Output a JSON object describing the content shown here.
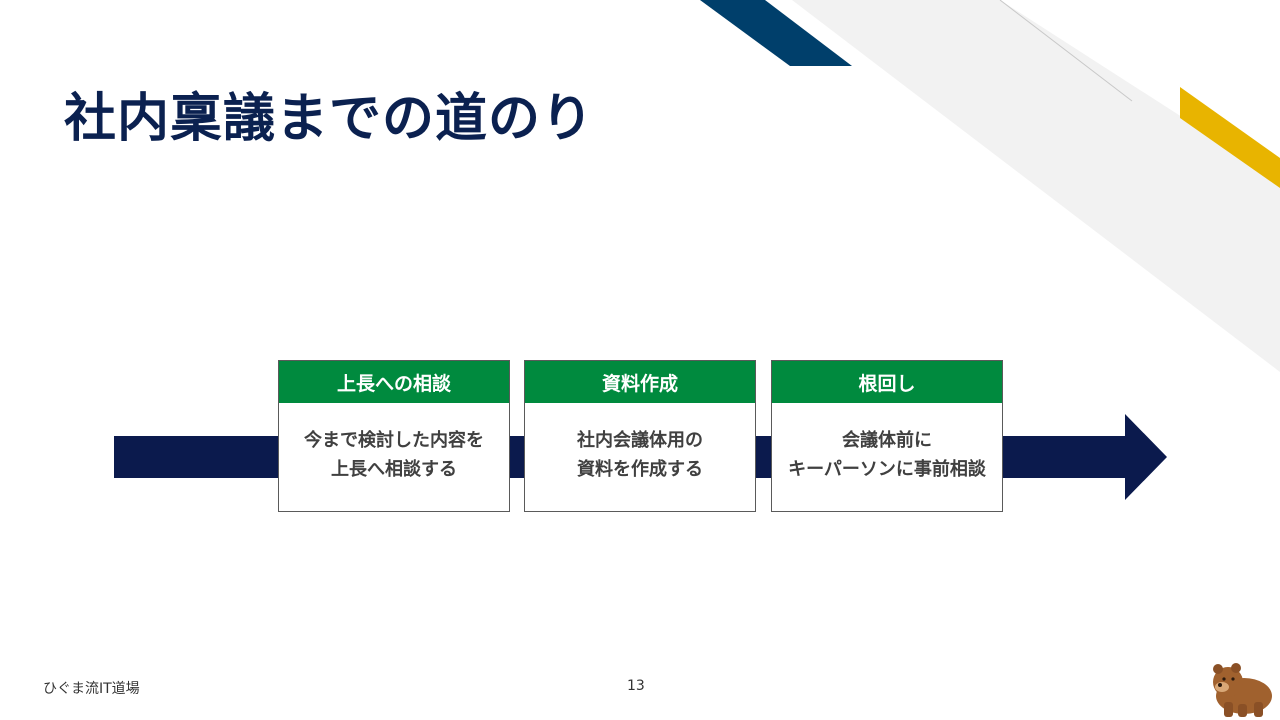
{
  "slide": {
    "title": "社内稟議までの道のり",
    "page_number": "13",
    "footer": "ひぐま流IT道場"
  },
  "steps": [
    {
      "heading": "上長への相談",
      "lines": [
        "今まで検討した内容を",
        "上長へ相談する"
      ]
    },
    {
      "heading": "資料作成",
      "lines": [
        "社内会議体用の",
        "資料を作成する"
      ]
    },
    {
      "heading": "根回し",
      "lines": [
        "会議体前に",
        "キーパーソンに事前相談"
      ]
    }
  ],
  "colors": {
    "title": "#0b2150",
    "arrow": "#0b1a4d",
    "step_header": "#008a3e",
    "accent_blue": "#003f6b",
    "accent_gold": "#e8b400",
    "accent_gray": "#f2f2f2"
  },
  "icons": {
    "bear": "bear-mascot-icon"
  }
}
